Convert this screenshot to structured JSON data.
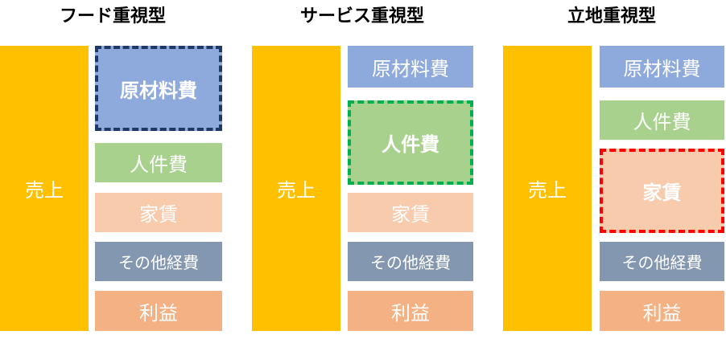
{
  "colors": {
    "sales": "#FFC000",
    "material": "#8EA9DB",
    "labor": "#A9D18E",
    "rent": "#F8CBAD",
    "other": "#8497B0",
    "profit": "#F4B183",
    "highlight_material": "#1F3864",
    "highlight_labor": "#00B050",
    "highlight_rent": "#FF0000"
  },
  "panels": [
    {
      "title": "フード重視型",
      "sales": "売上",
      "items": [
        {
          "label": "原材料費",
          "color": "material",
          "highlighted": true
        },
        {
          "label": "人件費",
          "color": "labor",
          "highlighted": false
        },
        {
          "label": "家賃",
          "color": "rent",
          "highlighted": false
        },
        {
          "label": "その他経費",
          "color": "other",
          "highlighted": false
        },
        {
          "label": "利益",
          "color": "profit",
          "highlighted": false
        }
      ]
    },
    {
      "title": "サービス重視型",
      "sales": "売上",
      "items": [
        {
          "label": "原材料費",
          "color": "material",
          "highlighted": false
        },
        {
          "label": "人件費",
          "color": "labor",
          "highlighted": true
        },
        {
          "label": "家賃",
          "color": "rent",
          "highlighted": false
        },
        {
          "label": "その他経費",
          "color": "other",
          "highlighted": false
        },
        {
          "label": "利益",
          "color": "profit",
          "highlighted": false
        }
      ]
    },
    {
      "title": "立地重視型",
      "sales": "売上",
      "items": [
        {
          "label": "原材料費",
          "color": "material",
          "highlighted": false
        },
        {
          "label": "人件費",
          "color": "labor",
          "highlighted": false
        },
        {
          "label": "家賃",
          "color": "rent",
          "highlighted": true
        },
        {
          "label": "その他経費",
          "color": "other",
          "highlighted": false
        },
        {
          "label": "利益",
          "color": "profit",
          "highlighted": false
        }
      ]
    }
  ]
}
